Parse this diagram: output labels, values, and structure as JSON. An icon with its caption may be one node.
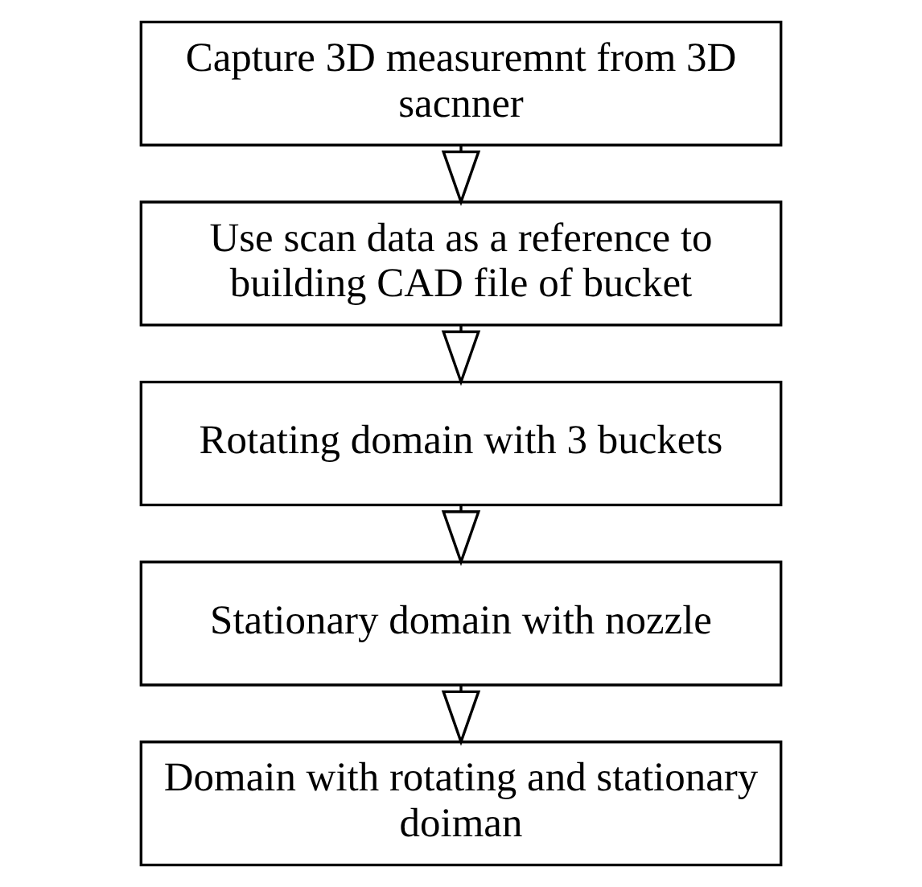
{
  "diagram": {
    "nodes": [
      {
        "text": [
          "Capture 3D measuremnt from 3D sacnner"
        ]
      },
      {
        "text": [
          "Use scan data as a reference to building CAD file of bucket"
        ]
      },
      {
        "text": [
          "Rotating domain with 3 buckets"
        ]
      },
      {
        "text": [
          "Stationary domain with nozzle"
        ]
      },
      {
        "text": [
          "Domain with rotating and stationary doiman"
        ]
      }
    ],
    "edges": [
      {
        "from": 0,
        "to": 1,
        "arrow": "to"
      },
      {
        "from": 1,
        "to": 2,
        "arrow": "to"
      },
      {
        "from": 2,
        "to": 3,
        "arrow": "to"
      },
      {
        "from": 3,
        "to": 4,
        "arrow": "to"
      }
    ]
  }
}
